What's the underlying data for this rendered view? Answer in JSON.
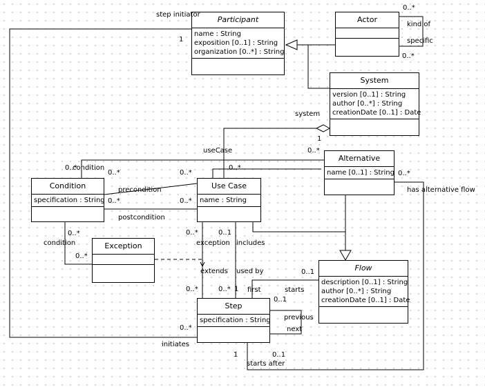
{
  "classes": {
    "participant": {
      "name": "Participant",
      "attrs": [
        "name : String",
        "exposition [0..1] : String",
        "organization [0..*] : String"
      ]
    },
    "actor": {
      "name": "Actor"
    },
    "system": {
      "name": "System",
      "attrs": [
        "version [0..1] : String",
        "author [0..*] : String",
        "creationDate [0..1] : Date"
      ]
    },
    "alternative": {
      "name": "Alternative",
      "attrs": [
        "name [0..1] : String"
      ]
    },
    "condition": {
      "name": "Condition",
      "attrs": [
        "specification : String"
      ]
    },
    "usecase": {
      "name": "Use Case",
      "attrs": [
        "name : String"
      ]
    },
    "exception": {
      "name": "Exception"
    },
    "flow": {
      "name": "Flow",
      "attrs": [
        "description [0..1] : String",
        "author [0..*] : String",
        "creationDate [0..1] : Date"
      ]
    },
    "step": {
      "name": "Step",
      "attrs": [
        "specification : String"
      ]
    }
  },
  "labels": {
    "step_initiator": "step initiator",
    "one_step_initiator": "1",
    "actor_mult_top": "0..*",
    "kind_of": "kind of",
    "specific": "specific",
    "actor_mult_bottom": "0..*",
    "system_role": "system",
    "system_one": "1",
    "usecase_role": "useCase",
    "alt_mult_left": "0..*",
    "uc_alt_mult": "0..*",
    "cond_role_top": "condition",
    "cond_mult_top": "0..*",
    "cond_mult_top2": "0..*",
    "uc_pre_mult": "0..*",
    "precondition": "precondition",
    "cond_post_mult": "0..*",
    "uc_post_mult": "0..*",
    "postcondition": "postcondition",
    "alt_mult_right": "0..*",
    "has_alternative_flow": "has alternative flow",
    "cond_exc_mult": "0..*",
    "condition_role": "condition",
    "exc_mult": "0..*",
    "uc_exc_mult": "0..*",
    "uc_one": "0..1",
    "exception_role": "exception",
    "includes": "includes",
    "extends": "extends",
    "used_by": "used by",
    "flow_mult": "0..1",
    "starts": "starts",
    "first": "first",
    "step_mult_1": "0..*",
    "step_mult_2": "0..*",
    "step_mult_3": "1",
    "step_flow_one": "0..1",
    "previous": "previous",
    "next": "next",
    "initiates_mult": "0..*",
    "initiates": "initiates",
    "sa_one": "1",
    "sa_mult": "0..1",
    "starts_after": "starts after"
  }
}
